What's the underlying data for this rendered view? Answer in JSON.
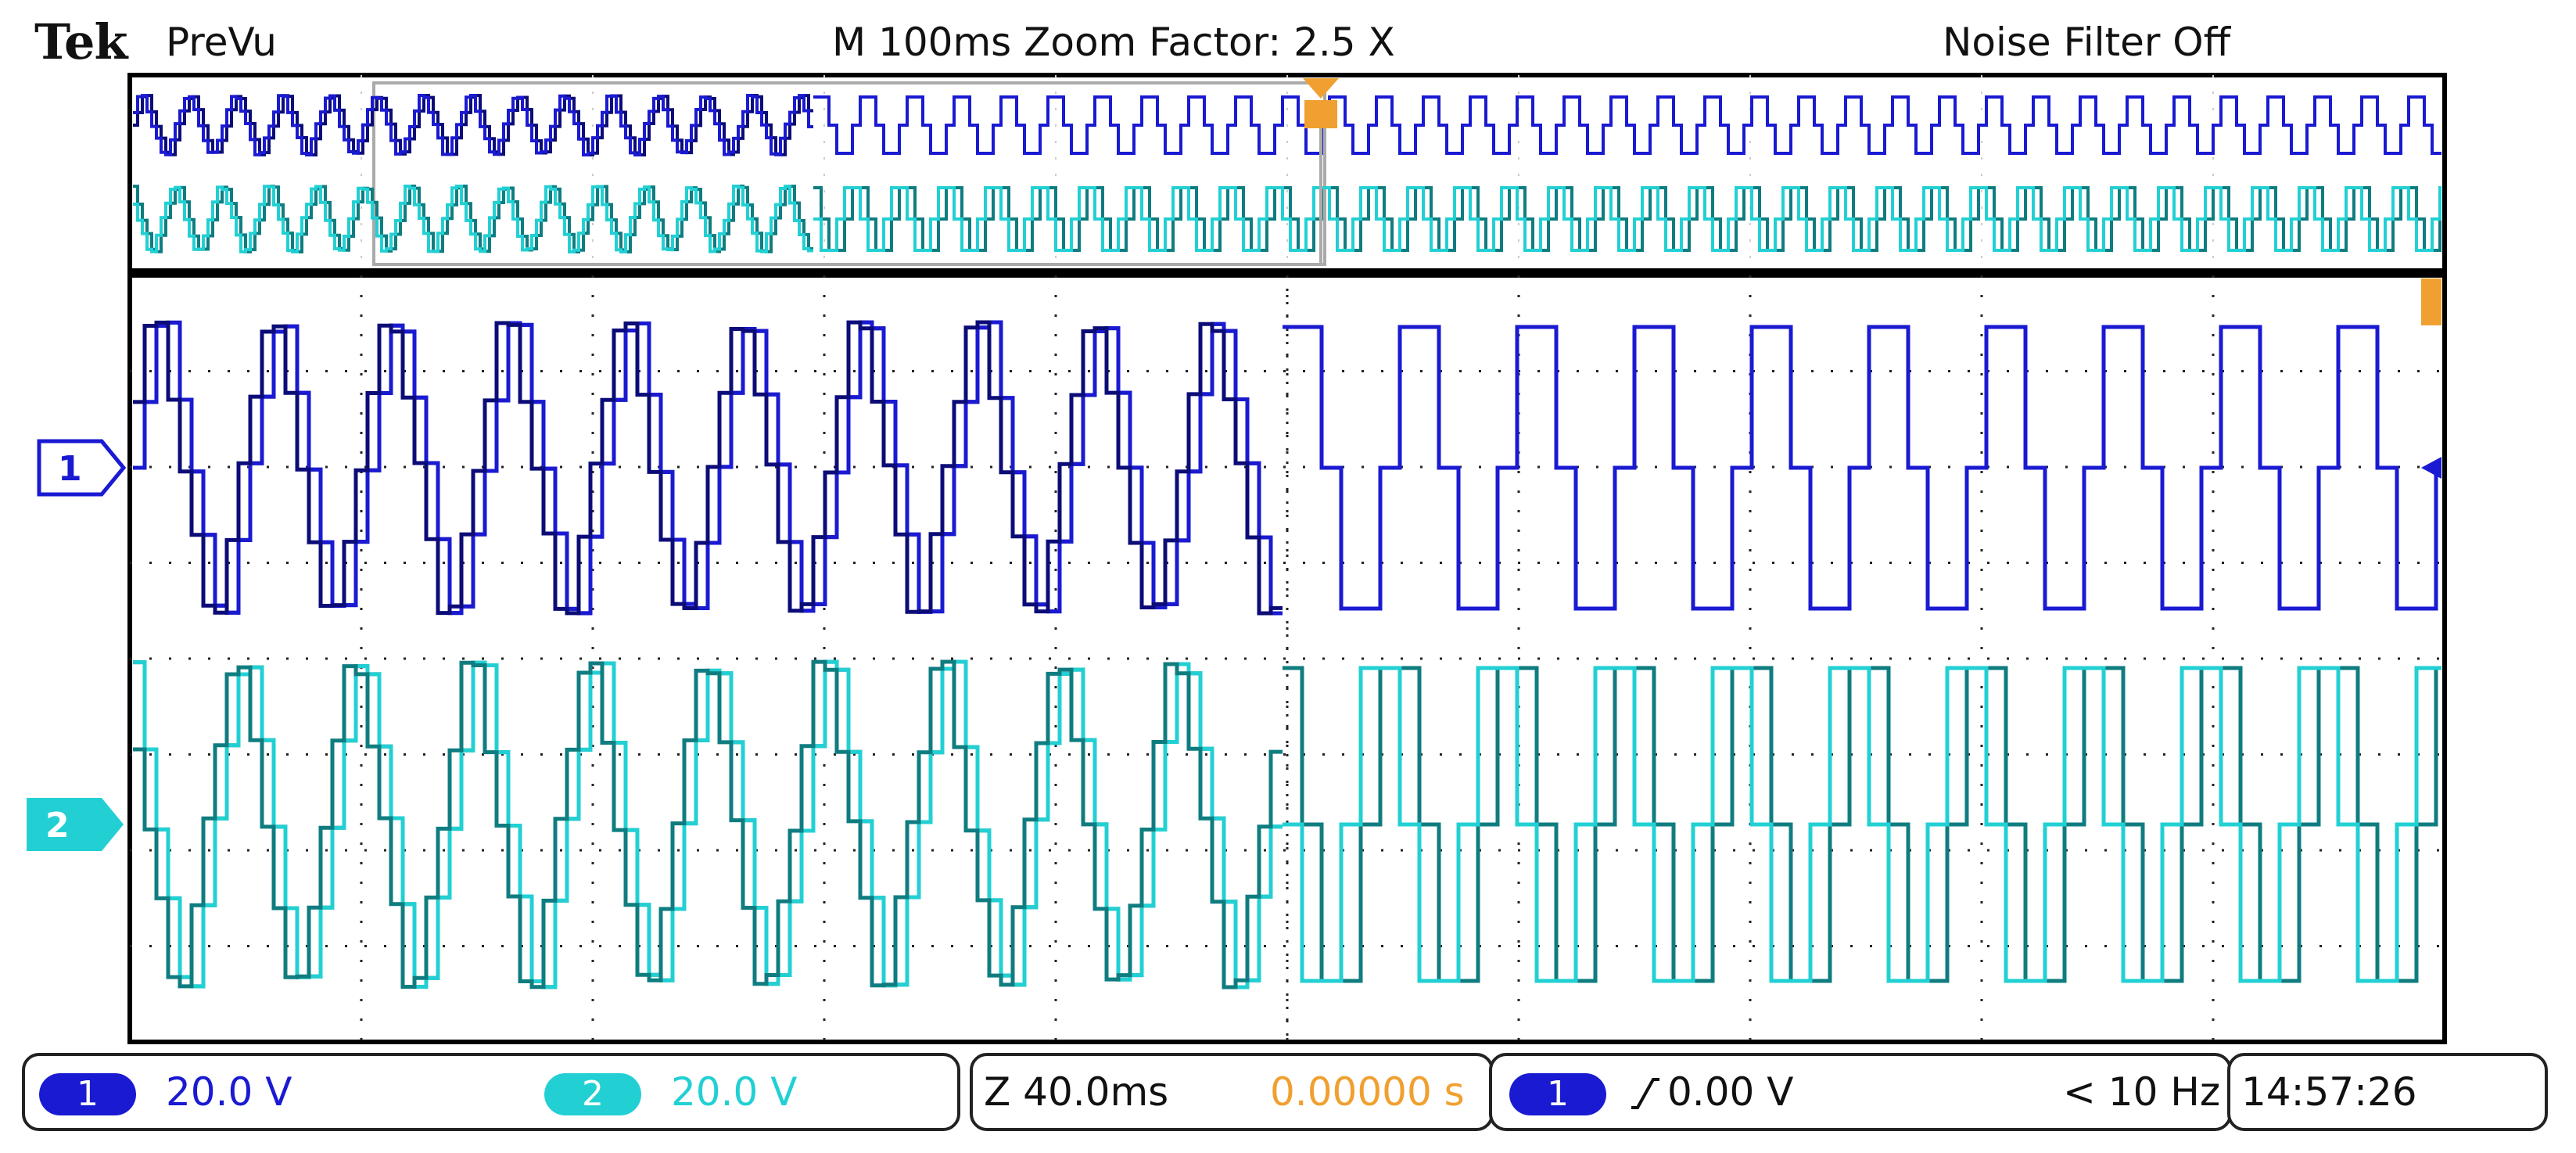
{
  "header": {
    "brand": "Tek",
    "mode": "PreVu",
    "timebase": "M 100ms  Zoom Factor: 2.5 X",
    "noise_filter": "Noise Filter Off"
  },
  "channels": [
    {
      "id": "1",
      "marker": "1",
      "scale": "20.0 V",
      "color": "#1a1ad2",
      "dark_color": "#0c0c78"
    },
    {
      "id": "2",
      "marker": "2",
      "scale": "20.0 V",
      "color": "#22d0d4",
      "dark_color": "#0f7d80"
    }
  ],
  "status": {
    "ch1_badge": "1",
    "ch1_scale": "20.0 V",
    "ch2_badge": "2",
    "ch2_scale": "20.0 V",
    "zoom_time": "Z 40.0ms",
    "zoom_position": "0.00000 s",
    "trigger_badge": "1",
    "trigger_level": "0.00 V",
    "trigger_freq": "< 10 Hz",
    "clock": "14:57:26"
  },
  "colors": {
    "ch1": "#1a1ad2",
    "ch2": "#22d0d4",
    "trigger": "#f0a030",
    "frame": "#000000"
  }
}
